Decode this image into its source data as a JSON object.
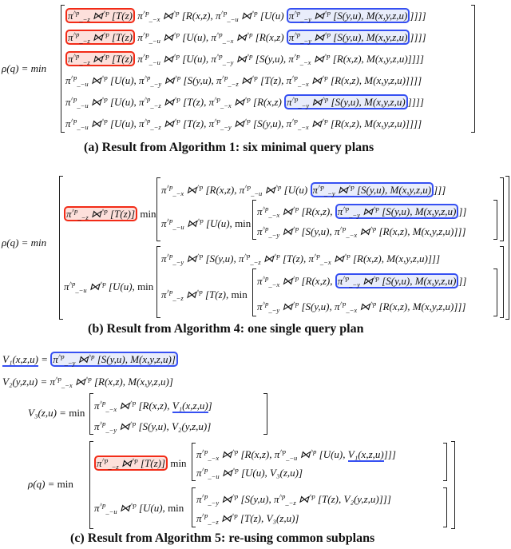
{
  "colors": {
    "highlight_red": "#f22b17",
    "highlight_blue": "#3650f2",
    "fill_red": "#fde0db",
    "fill_blue": "#e9edfb"
  },
  "a": {
    "lhs": "ρ(q) = min",
    "rows": [
      [
        {
          "t": "π^p_−z ⋈^p [T(z)",
          "hl": "red"
        },
        {
          "t": " π^p_−x ⋈^p [R(x,z), π^p_−u ⋈^p [U(u) "
        },
        {
          "t": "π^p_−y ⋈^p [S(y,u), M(x,y,z,u)",
          "hl": "blue"
        },
        {
          "t": "]]]]"
        }
      ],
      [
        {
          "t": "π^p_−z ⋈^p [T(z)",
          "hl": "red"
        },
        {
          "t": " π^p_−u ⋈^p [U(u), π^p_−x ⋈^p [R(x,z) "
        },
        {
          "t": "π^p_−y ⋈^p [S(y,u), M(x,y,z,u)",
          "hl": "blue"
        },
        {
          "t": "]]]]"
        }
      ],
      [
        {
          "t": "π^p_−z ⋈^p [T(z)",
          "hl": "red"
        },
        {
          "t": " π^p_−u ⋈^p [U(u), π^p_−y ⋈^p [S(y,u), π^p_−x ⋈^p [R(x,z), M(x,y,z,u)]]]]"
        }
      ],
      [
        {
          "t": "π^p_−u ⋈^p [U(u), π^p_−y ⋈^p [S(y,u), π^p_−z ⋈^p [T(z), π^p_−x ⋈^p [R(x,z), M(x,y,z,u)]]]]"
        }
      ],
      [
        {
          "t": "π^p_−u ⋈^p [U(u), π^p_−z ⋈^p [T(z), π^p_−x ⋈^p [R(x,z) "
        },
        {
          "t": "π^p_−y ⋈^p [S(y,u), M(x,y,z,u)",
          "hl": "blue"
        },
        {
          "t": "]]]]"
        }
      ],
      [
        {
          "t": "π^p_−u ⋈^p [U(u), π^p_−z ⋈^p [T(z), π^p_−y ⋈^p [S(y,u), π^p_−x ⋈^p [R(x,z), M(x,y,z,u)]]]]"
        }
      ]
    ],
    "caption": "(a) Result from Algorithm 1: six minimal query plans"
  },
  "b": {
    "lhs": "ρ(q) = min",
    "rows": [
      [
        {
          "t": "π^p_−z ⋈^p [T(z)]",
          "hl": "red"
        },
        {
          "t": " min",
          "up": true
        }
      ],
      [
        {
          "t": "π^p_−x ⋈^p [R(x,z), π^p_−u ⋈^p [U(u) "
        },
        {
          "t": "π^p_−y ⋈^p [S(y,u), M(x,y,z,u)",
          "hl": "blue"
        },
        {
          "t": "]]]"
        }
      ],
      [
        {
          "t": "π^p_−u ⋈^p [U(u), "
        },
        {
          "t": "min",
          "up": true
        }
      ],
      [
        {
          "t": "π^p_−x ⋈^p [R(x,z), "
        },
        {
          "t": "π^p_−y ⋈^p [S(y,u), M(x,y,z,u)",
          "hl": "blue"
        },
        {
          "t": "]]"
        }
      ],
      [
        {
          "t": "π^p_−y ⋈^p [S(y,u), π^p_−x ⋈^p [R(x,z), M(x,y,z,u)]]]"
        }
      ],
      [
        {
          "t": "π^p_−u ⋈^p [U(u), "
        },
        {
          "t": "min",
          "up": true
        }
      ],
      [
        {
          "t": "π^p_−y ⋈^p [S(y,u), π^p_−z ⋈^p [T(z), π^p_−x ⋈^p [R(x,z), M(x,y,z,u)]]]"
        }
      ],
      [
        {
          "t": "π^p_−z ⋈^p [T(z), "
        },
        {
          "t": "min",
          "up": true
        }
      ],
      [
        {
          "t": "π^p_−x ⋈^p [R(x,z), "
        },
        {
          "t": "π^p_−y ⋈^p [S(y,u), M(x,y,z,u)",
          "hl": "blue"
        },
        {
          "t": "]]"
        }
      ],
      [
        {
          "t": "π^p_−y ⋈^p [S(y,u), π^p_−x ⋈^p [R(x,z), M(x,y,z,u)]]]"
        }
      ]
    ],
    "caption": "(b) Result from Algorithm 4: one single query plan"
  },
  "c": {
    "rows": [
      [
        {
          "t": "V₁(x,z,u)",
          "hl": "ul"
        },
        {
          "t": " = "
        },
        {
          "t": "π^p_−y ⋈^p [S(y,u), M(x,y,z,u)]",
          "hl": "blue"
        }
      ],
      [
        {
          "t": "V₂(y,z,u) = π^p_−x ⋈^p [R(x,z), M(x,y,z,u)]"
        }
      ],
      [
        {
          "t": "V₃(z,u) = "
        },
        {
          "t": "min",
          "up": true
        }
      ],
      [
        {
          "t": "π^p_−x ⋈^p [R(x,z), "
        },
        {
          "t": "V₁(x,z,u)",
          "hl": "ul"
        },
        {
          "t": "]"
        }
      ],
      [
        {
          "t": "π^p_−y ⋈^p [S(y,u), V₂(y,z,u)]"
        }
      ],
      [
        {
          "t": "ρ(q) = "
        },
        {
          "t": "min",
          "up": true
        }
      ],
      [
        {
          "t": "π^p_−z ⋈^p [T(z)]",
          "hl": "red"
        },
        {
          "t": " min",
          "up": true
        }
      ],
      [
        {
          "t": "π^p_−x ⋈^p [R(x,z), π^p_−u ⋈^p [U(u), "
        },
        {
          "t": "V₁(x,z,u)",
          "hl": "ul"
        },
        {
          "t": "]]]"
        }
      ],
      [
        {
          "t": "π^p_−u ⋈^p [U(u), V₃(z,u)]"
        }
      ],
      [
        {
          "t": "π^p_−u ⋈^p [U(u), "
        },
        {
          "t": "min",
          "up": true
        }
      ],
      [
        {
          "t": "π^p_−y ⋈^p [S(y,u), π^p_−z ⋈^p [T(z), V₂(y,z,u)]]]"
        }
      ],
      [
        {
          "t": "π^p_−z ⋈^p [T(z), V₃(z,u)]"
        }
      ]
    ],
    "caption": "(c) Result from Algorithm 5: re-using common subplans"
  }
}
